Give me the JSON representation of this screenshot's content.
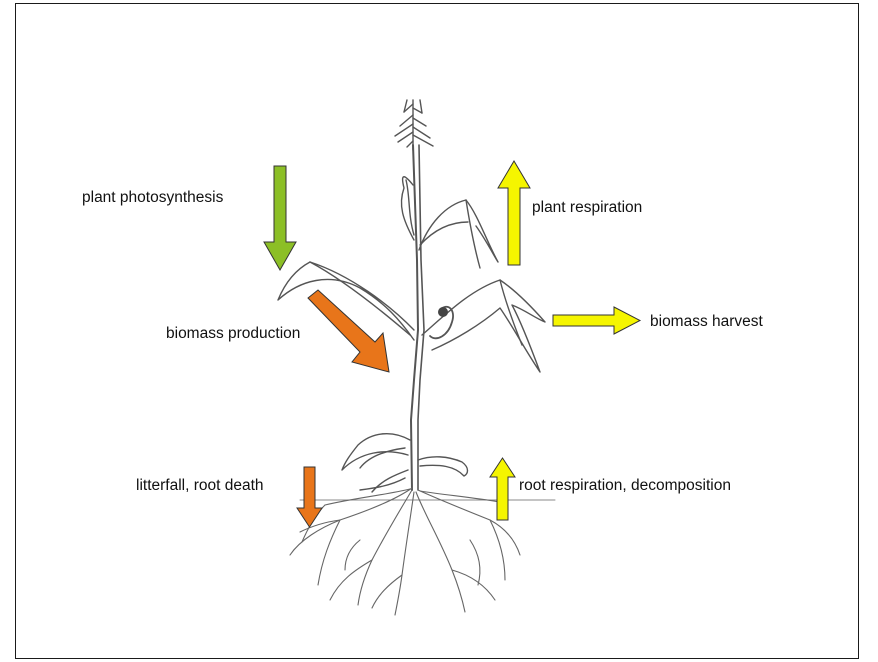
{
  "labels": {
    "plant_photosynthesis": "plant photosynthesis",
    "plant_respiration": "plant respiration",
    "biomass_production": "biomass production",
    "biomass_harvest": "biomass harvest",
    "litterfall_root_death": "litterfall, root death",
    "root_respiration_decomposition": "root respiration, decomposition"
  },
  "colors": {
    "photosynthesis_arrow": "#8cbf26",
    "production_arrow": "#e8751a",
    "respiration_arrow": "#f5f500",
    "harvest_arrow": "#f5f500",
    "litterfall_arrow": "#e8751a",
    "root_respiration_arrow": "#f5f500",
    "plant_line": "#555555"
  },
  "icons": {
    "plant": "corn-plant-icon"
  }
}
